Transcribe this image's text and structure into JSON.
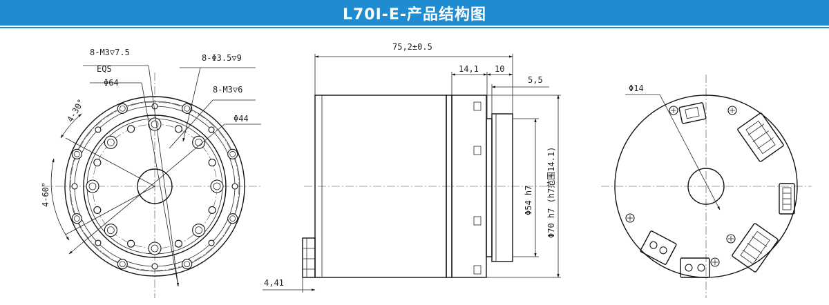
{
  "header": {
    "title": "L70I-E-产品结构图"
  },
  "colors": {
    "banner": "#1f8bd0",
    "line": "#111111"
  },
  "front_view": {
    "callouts": {
      "tapped_holes_outer": "8-M3▽7.5",
      "eqs": "EQS",
      "pcd_outer": "Φ64",
      "through_holes": "8-Φ3.5▽9",
      "tapped_holes_inner": "8-M3▽6",
      "pcd_inner": "Φ44",
      "angle_30": "4-30°",
      "angle_60": "4-60°"
    }
  },
  "side_view": {
    "dims": {
      "overall_length": "75,2±0.5",
      "length_14_1": "14,1",
      "length_10": "10",
      "length_5_5": "5,5",
      "length_4_41": "4,41",
      "dia_54": "Φ54 h7",
      "dia_70": "Φ70 h7 (h7范围14.1)"
    }
  },
  "rear_view": {
    "callouts": {
      "bore": "Φ14"
    }
  }
}
